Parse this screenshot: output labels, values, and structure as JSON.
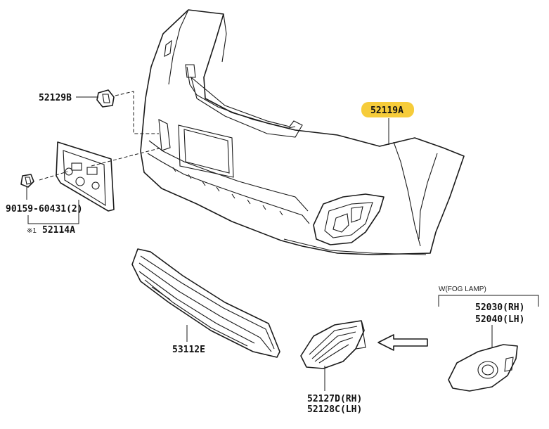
{
  "labels": {
    "bumper_cover": "52119A",
    "retainer": "52129B",
    "bolt": "90159-60431(2)",
    "note_mark": "※1",
    "license_bracket": "52114A",
    "lower_grille": "53112E",
    "fog_group": "W(FOG LAMP)",
    "fog_cover_rh": "52030(RH)",
    "fog_cover_lh": "52040(LH)",
    "side_grille_rh": "52127D(RH)",
    "side_grille_lh": "52128C(LH)"
  },
  "colors": {
    "highlight": "#f6cc3a",
    "line": "#1a1a1a",
    "background": "#ffffff"
  },
  "icons": {
    "arrow": "hollow-left-arrow"
  }
}
